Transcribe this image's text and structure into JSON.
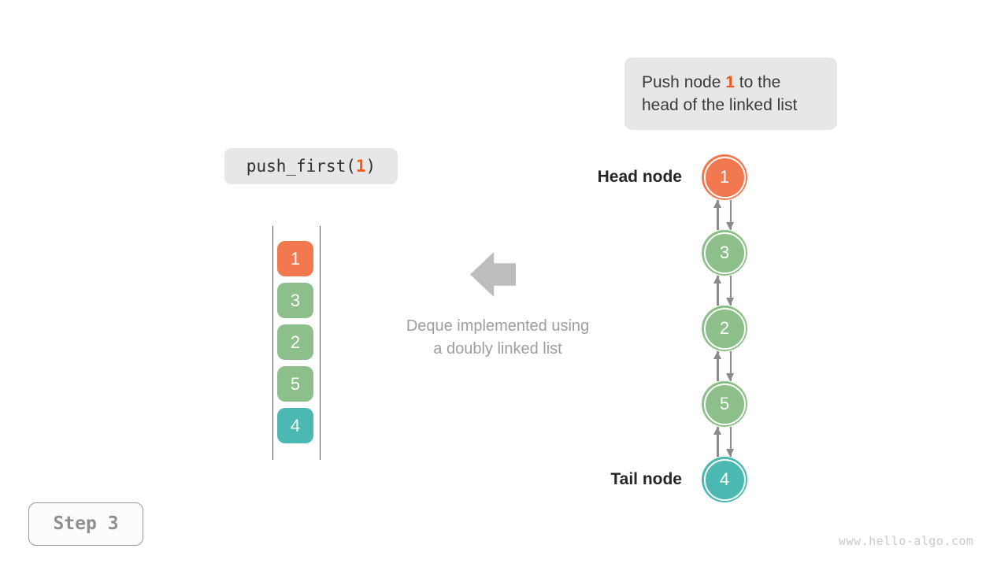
{
  "colors": {
    "accent": "#F15A1E",
    "arrow": "#8A8A8A",
    "muted": "#9E9E9E",
    "callout_bg": "#E7E7E7",
    "dark": "#3A3A3A"
  },
  "callout": {
    "line1_prefix": "Push node ",
    "line1_value": "1",
    "line1_suffix": " to the",
    "line2": "head of the linked list"
  },
  "code": {
    "prefix": "push_first(",
    "value": "1",
    "suffix": ")"
  },
  "caption": {
    "line1": "Deque implemented using",
    "line2": "a doubly linked list"
  },
  "stack": {
    "items": [
      {
        "value": "1",
        "color": "#F2794F"
      },
      {
        "value": "3",
        "color": "#8CBF8A"
      },
      {
        "value": "2",
        "color": "#8CBF8A"
      },
      {
        "value": "5",
        "color": "#8CBF8A"
      },
      {
        "value": "4",
        "color": "#4BB9B1"
      }
    ]
  },
  "list": {
    "head_label": "Head node",
    "tail_label": "Tail node",
    "nodes": [
      {
        "value": "1",
        "color": "#F2794F"
      },
      {
        "value": "3",
        "color": "#8CBF8A"
      },
      {
        "value": "2",
        "color": "#8CBF8A"
      },
      {
        "value": "5",
        "color": "#8CBF8A"
      },
      {
        "value": "4",
        "color": "#4BB9B1"
      }
    ]
  },
  "step": {
    "label": "Step 3"
  },
  "watermark": "www.hello-algo.com"
}
